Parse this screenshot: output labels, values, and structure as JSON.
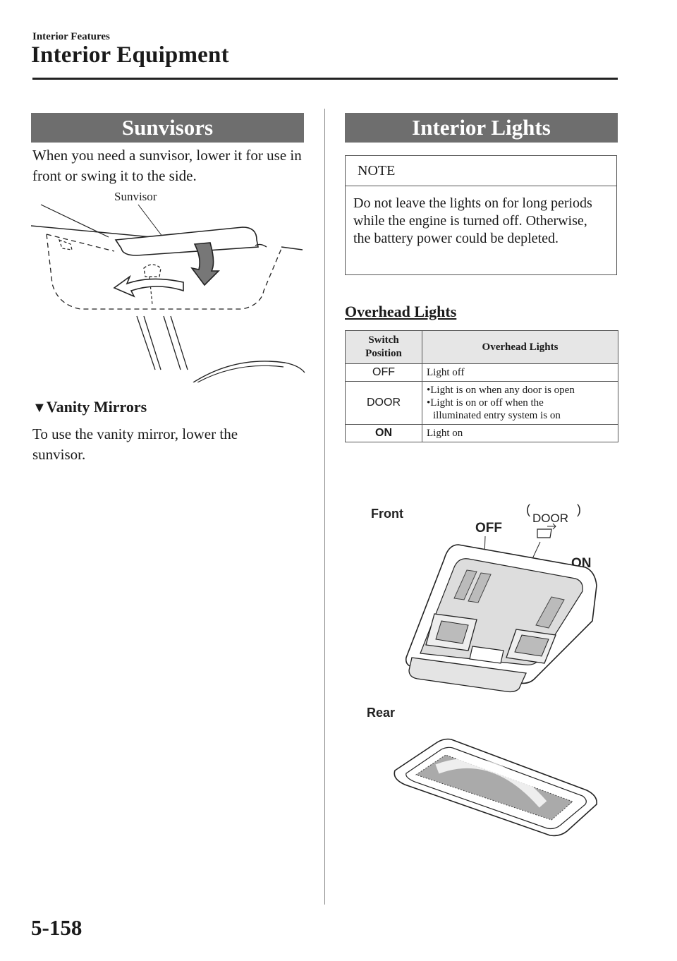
{
  "header": {
    "crumb": "Interior Features",
    "title": "Interior Equipment"
  },
  "sunvisors": {
    "banner": "Sunvisors",
    "intro": "When you need a sunvisor, lower it for use in front or swing it to the side.",
    "figure_label": "Sunvisor",
    "vanity_heading": "Vanity Mirrors",
    "vanity_text": "To use the vanity mirror, lower the sunvisor."
  },
  "interior_lights": {
    "banner": "Interior Lights",
    "note_head": "NOTE",
    "note_body": "Do not leave the lights on for long periods while the engine is turned off. Otherwise, the battery power could be depleted.",
    "overhead_heading": "Overhead Lights",
    "table": {
      "col1": "Switch Position",
      "col2": "Overhead Lights",
      "rows": [
        {
          "position": "OFF",
          "desc": "Light off"
        },
        {
          "position": "DOOR",
          "bullets": [
            "Light is on when any door is open",
            "Light is on or off when the",
            "illuminated entry system is on"
          ]
        },
        {
          "position": "ON",
          "desc": "Light on"
        }
      ]
    },
    "figure_labels": {
      "front": "Front",
      "off": "OFF",
      "door": "DOOR",
      "on": "ON",
      "rear": "Rear"
    }
  },
  "footer": {
    "page_number": "5-158"
  }
}
